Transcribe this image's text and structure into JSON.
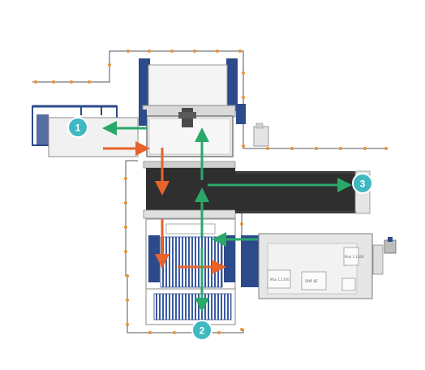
{
  "colors": {
    "frame_blue": "#2d4a8a",
    "fence_line": "#555555",
    "fence_post": "#e8923a",
    "conveyor_dark": "#2f2f2f",
    "panel_light": "#eeeeee",
    "arrow_green": "#2aa86a",
    "arrow_orange": "#e8622a",
    "badge_teal": "#3fb8c2"
  },
  "badges": [
    {
      "id": "1",
      "label": "1"
    },
    {
      "id": "2",
      "label": "2"
    },
    {
      "id": "3",
      "label": "3"
    }
  ],
  "machine_labels": [
    {
      "text": "Max 1.1300"
    },
    {
      "text": "DMR 8E"
    },
    {
      "text": "Max 1.1300"
    }
  ],
  "icons": [
    "fence-post-icon",
    "arrow-icon",
    "badge-icon"
  ]
}
